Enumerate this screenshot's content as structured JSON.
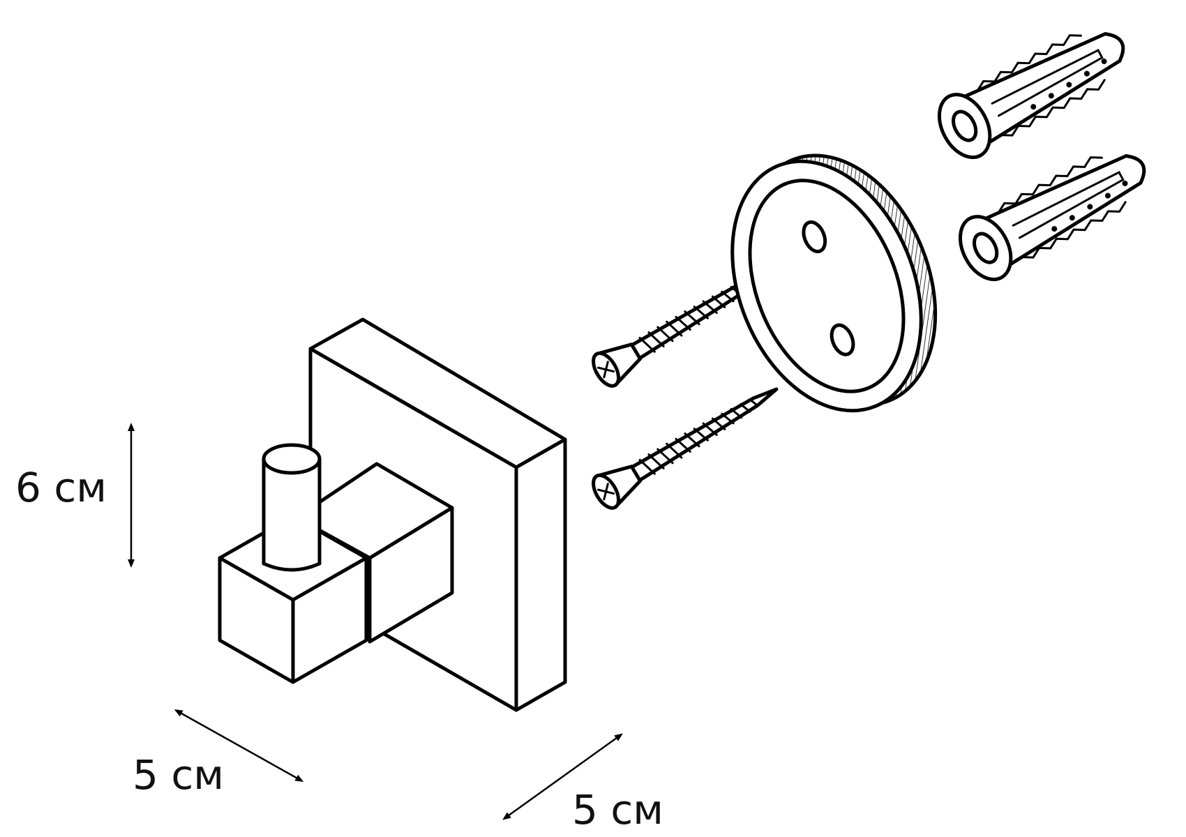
{
  "dimensions": {
    "height_label": "6 см",
    "depth_label": "5 см",
    "width_label": "5 см"
  },
  "colors": {
    "line": "#000000",
    "background": "#ffffff"
  },
  "parts": [
    "hook",
    "wall-mount-plate",
    "screw",
    "screw",
    "wall-plug",
    "wall-plug"
  ]
}
